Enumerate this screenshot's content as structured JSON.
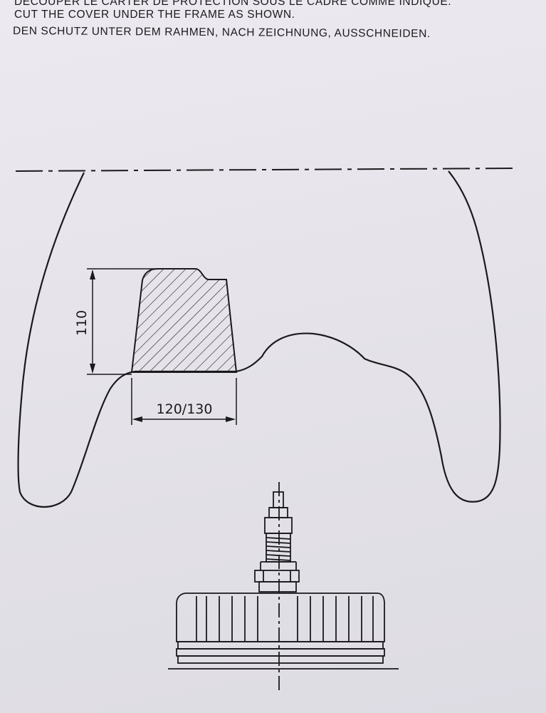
{
  "instructions": {
    "line_fr": "DECOUPER LE CARTER DE PROTECTION SOUS LE CADRE COMME INDIQUE.",
    "line_en": "CUT THE COVER UNDER THE FRAME AS SHOWN.",
    "line_de": "DEN SCHUTZ UNTER DEM RAHMEN, NACH ZEICHNUNG, AUSSCHNEIDEN."
  },
  "dimensions": {
    "height": "110",
    "width": "120/130"
  },
  "colors": {
    "ink": "#1a1a1c",
    "paper": "#e8e6ec"
  }
}
